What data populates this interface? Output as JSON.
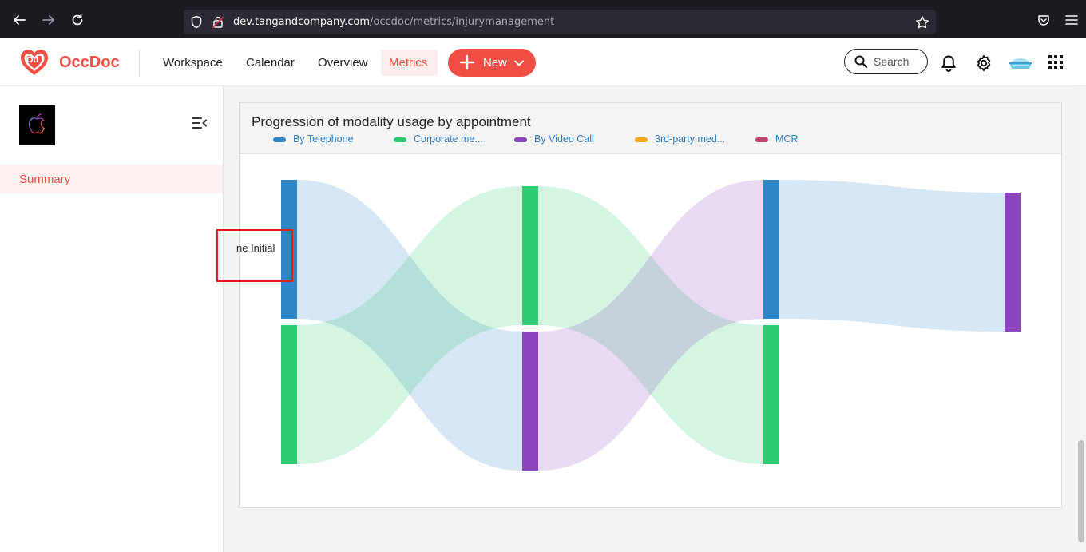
{
  "browser": {
    "url_host": "dev.tangandcompany.com",
    "url_path": "/occdoc/metrics/injurymanagement"
  },
  "header": {
    "brand": "OccDoc",
    "nav": [
      "Workspace",
      "Calendar",
      "Overview",
      "Metrics"
    ],
    "active_nav": "Metrics",
    "new_button": "New",
    "search_label": "Search",
    "accent_color": "#f04e45"
  },
  "sidebar": {
    "items": [
      {
        "label": "Summary",
        "active": true
      }
    ]
  },
  "card": {
    "title": "Progression of modality usage by appointment",
    "legend": [
      {
        "label": "By Telephone",
        "color": "#2f86c6"
      },
      {
        "label": "Corporate me...",
        "color": "#2ecc71"
      },
      {
        "label": "By Video Call",
        "color": "#8e44c0"
      },
      {
        "label": "3rd-party med...",
        "color": "#f5a623"
      },
      {
        "label": "MCR",
        "color": "#c0446a"
      }
    ]
  },
  "tooltip": {
    "text": "ne Initial"
  },
  "chart_data": {
    "type": "sankey",
    "title": "Progression of modality usage by appointment",
    "stages": 4,
    "nodes": [
      {
        "stage": 1,
        "modality": "By Telephone",
        "value": 1
      },
      {
        "stage": 1,
        "modality": "Corporate me...",
        "value": 1
      },
      {
        "stage": 2,
        "modality": "Corporate me...",
        "value": 1
      },
      {
        "stage": 2,
        "modality": "By Video Call",
        "value": 1
      },
      {
        "stage": 3,
        "modality": "By Telephone",
        "value": 1
      },
      {
        "stage": 3,
        "modality": "Corporate me...",
        "value": 1
      },
      {
        "stage": 4,
        "modality": "By Video Call",
        "value": 1
      }
    ],
    "links": [
      {
        "from_stage": 1,
        "from": "By Telephone",
        "to_stage": 2,
        "to": "By Video Call",
        "value": 1
      },
      {
        "from_stage": 1,
        "from": "Corporate me...",
        "to_stage": 2,
        "to": "Corporate me...",
        "value": 1
      },
      {
        "from_stage": 2,
        "from": "Corporate me...",
        "to_stage": 3,
        "to": "Corporate me...",
        "value": 1
      },
      {
        "from_stage": 2,
        "from": "By Video Call",
        "to_stage": 3,
        "to": "By Telephone",
        "value": 1
      },
      {
        "from_stage": 3,
        "from": "By Telephone",
        "to_stage": 4,
        "to": "By Video Call",
        "value": 1
      }
    ]
  }
}
